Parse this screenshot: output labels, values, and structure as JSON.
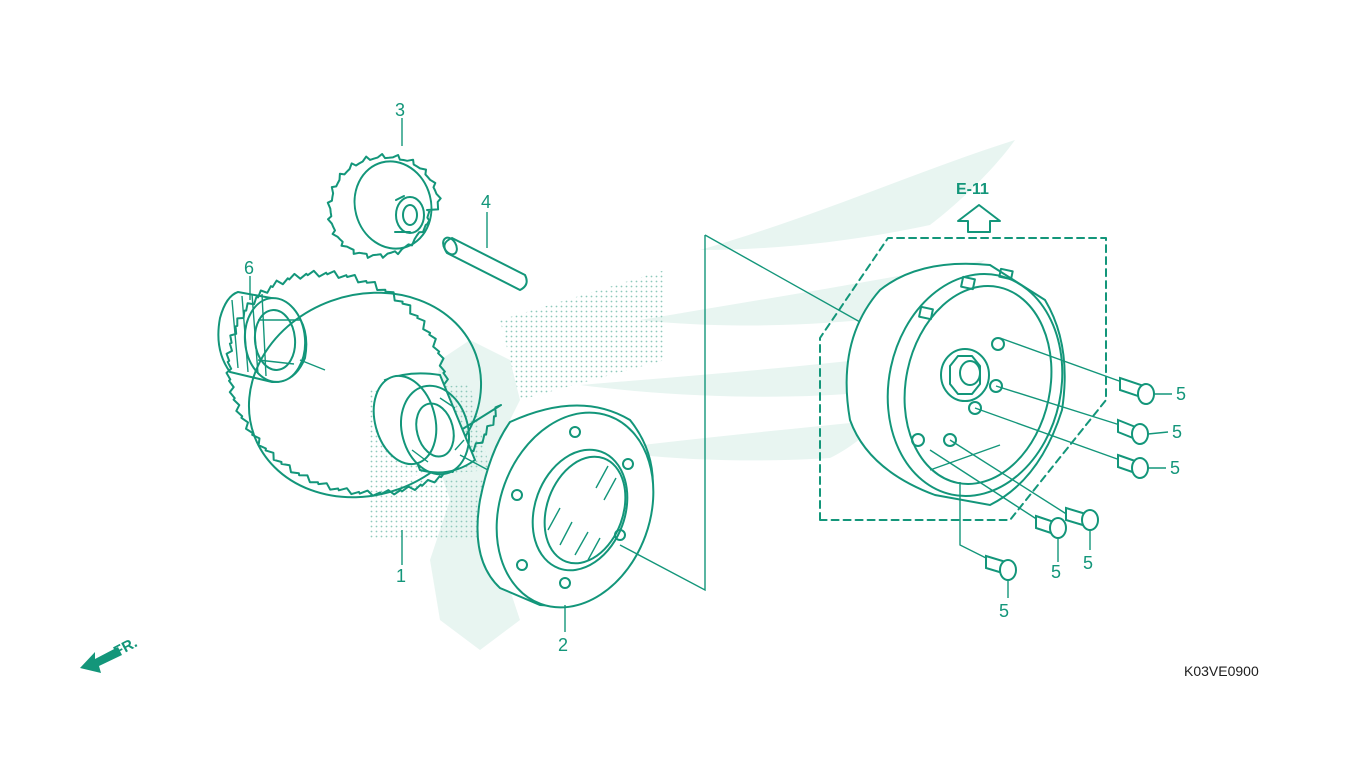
{
  "diagram": {
    "part_labels": [
      "1",
      "2",
      "3",
      "4",
      "5",
      "6"
    ],
    "reference_label": "E-11",
    "direction_label": "FR.",
    "diagram_code": "K03VE0900"
  },
  "colors": {
    "line": "#13967a",
    "watermark": "#e6f4f0",
    "text_code": "#1d1d1d"
  }
}
